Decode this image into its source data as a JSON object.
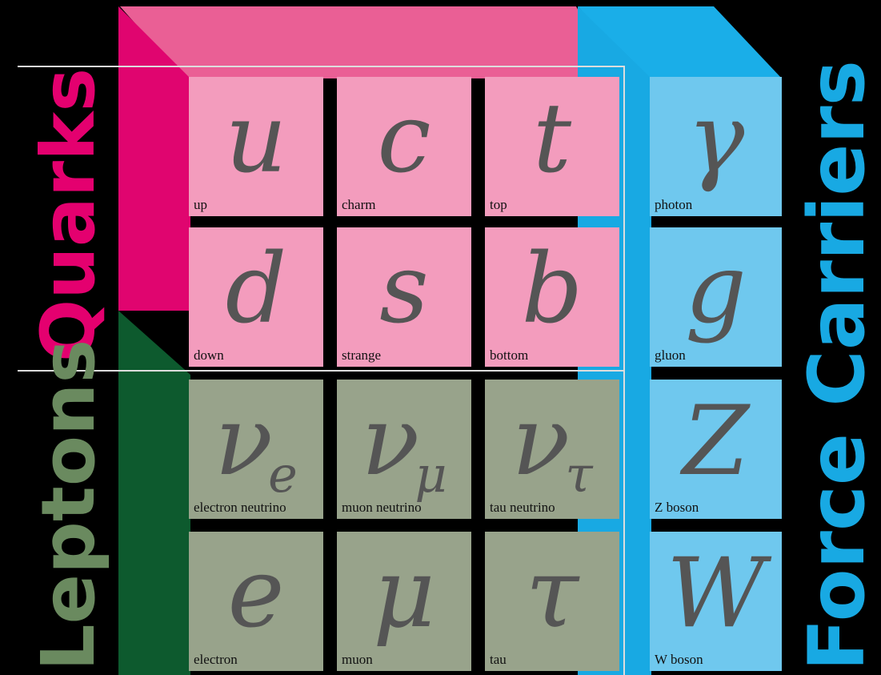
{
  "groups": {
    "quarks_label": "Quarks",
    "leptons_label": "Leptons",
    "force_label": "Force Carriers"
  },
  "colors": {
    "quark_face": "#f39cbd",
    "quark_dark": "#e0056f",
    "quark_top": "#ea5f95",
    "lepton_face": "#98a38b",
    "lepton_dark": "#0d5a2e",
    "lepton_top": "#5d7f5d",
    "force_face": "#6fc8ee",
    "force_dark": "#18a9e3",
    "force_top": "#1aaee8",
    "quark_text": "#e4006f",
    "lepton_text": "#6a8a5f",
    "force_text": "#18a9e3"
  },
  "particles": {
    "up": {
      "symbol": "u",
      "name": "up"
    },
    "charm": {
      "symbol": "c",
      "name": "charm"
    },
    "top": {
      "symbol": "t",
      "name": "top"
    },
    "down": {
      "symbol": "d",
      "name": "down"
    },
    "strange": {
      "symbol": "s",
      "name": "strange"
    },
    "bottom": {
      "symbol": "b",
      "name": "bottom"
    },
    "nu_e": {
      "symbol": "ν",
      "sub": "e",
      "name": "electron neutrino"
    },
    "nu_mu": {
      "symbol": "ν",
      "sub": "μ",
      "name": "muon neutrino"
    },
    "nu_tau": {
      "symbol": "ν",
      "sub": "τ",
      "name": "tau neutrino"
    },
    "electron": {
      "symbol": "e",
      "name": "electron"
    },
    "muon": {
      "symbol": "μ",
      "name": "muon"
    },
    "tau": {
      "symbol": "τ",
      "name": "tau"
    },
    "photon": {
      "symbol": "γ",
      "name": "photon"
    },
    "gluon": {
      "symbol": "g",
      "name": "gluon"
    },
    "z_boson": {
      "symbol": "Z",
      "name": "Z boson"
    },
    "w_boson": {
      "symbol": "W",
      "name": "W boson"
    }
  }
}
